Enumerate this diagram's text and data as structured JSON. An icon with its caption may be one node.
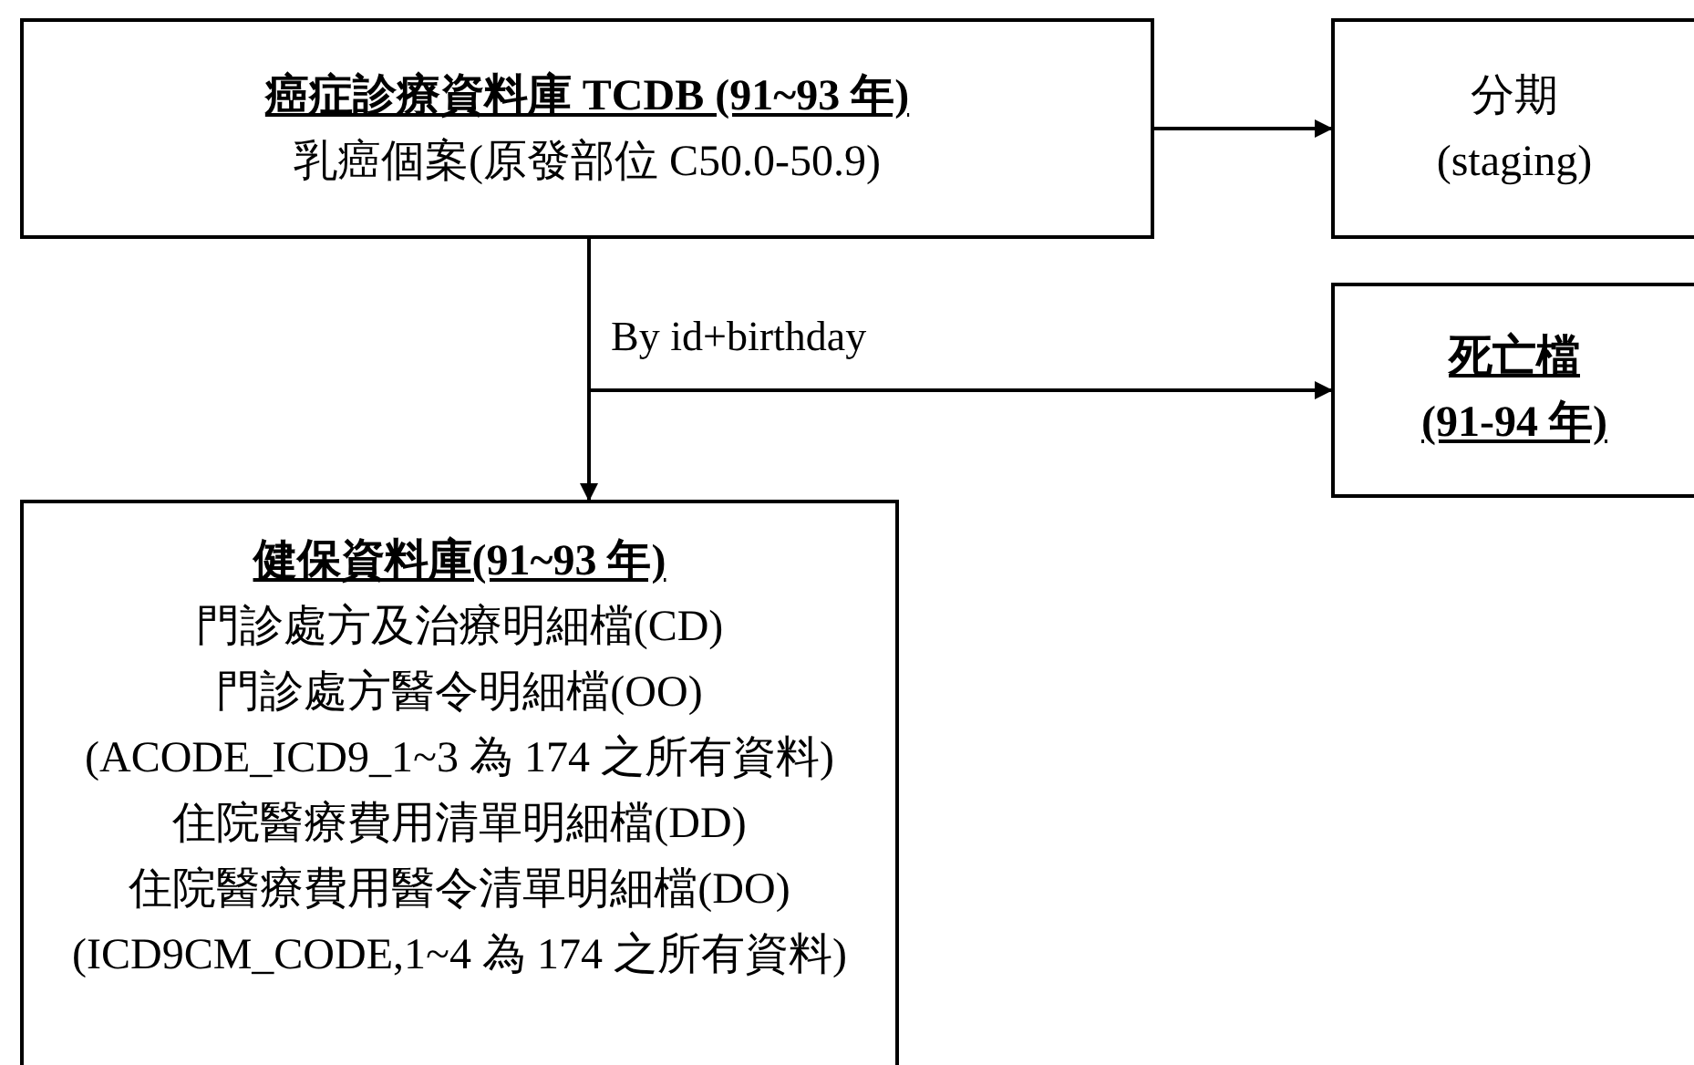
{
  "diagram": {
    "nodes": [
      {
        "text": [
          "癌症診療資料庫 TCDB (91~93 年)",
          "乳癌個案(原發部位 C50.0-50.9)"
        ]
      },
      {
        "text": [
          "分期 (staging)"
        ]
      },
      {
        "text": [
          "死亡檔 (91-94 年)"
        ]
      },
      {
        "text": [
          "健保資料庫(91~93 年)",
          "門診處方及治療明細檔(CD)",
          "門診處方醫令明細檔(OO)",
          "(ACODE_ICD9_1~3 為 174 之所有資料)",
          "住院醫療費用清單明細檔(DD)",
          "住院醫療費用醫令清單明細檔(DO)",
          "(ICD9CM_CODE,1~4 為 174 之所有資料)"
        ]
      }
    ],
    "edges": [
      {
        "from": 0,
        "to": 1,
        "arrow": "to"
      },
      {
        "from": 0,
        "to": 3,
        "arrow": "to",
        "label": "By id+birthday"
      },
      {
        "from": 0,
        "to": 2,
        "arrow": "to"
      }
    ]
  }
}
